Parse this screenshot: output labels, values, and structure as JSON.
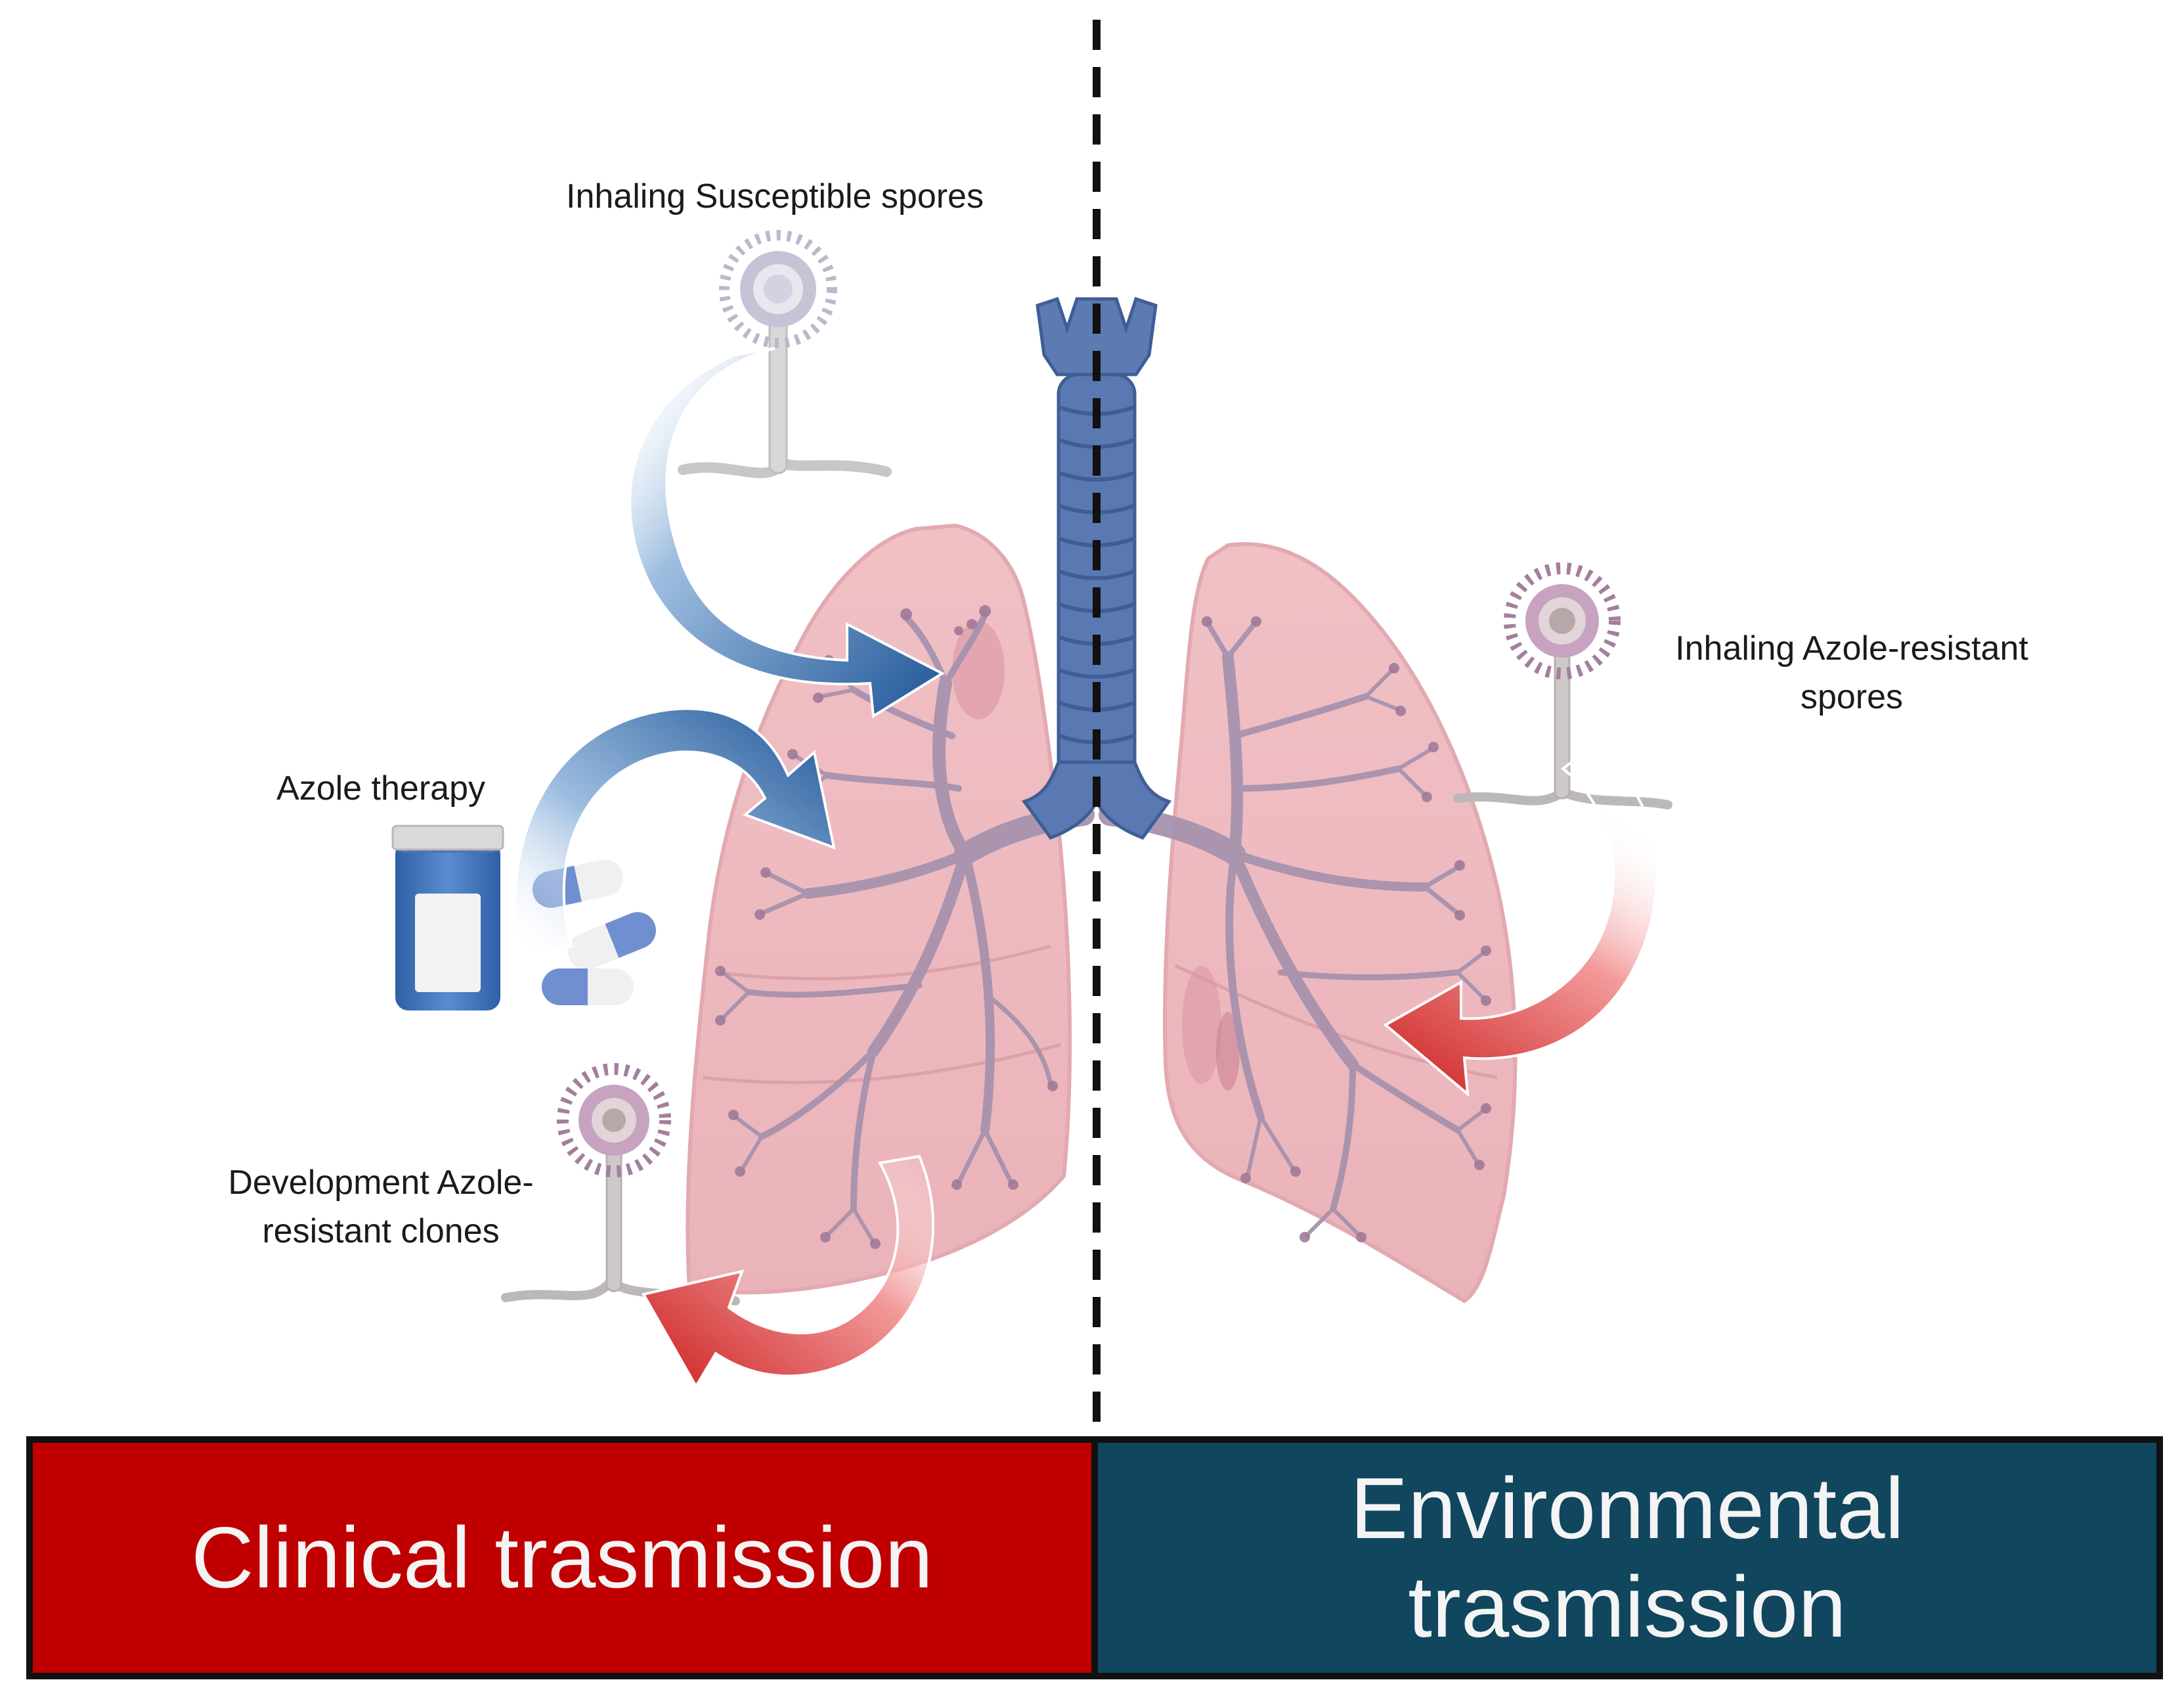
{
  "labels": {
    "susceptible": "Inhaling Susceptible spores",
    "azole_therapy": "Azole therapy",
    "development_line1": "Development Azole-",
    "development_line2": "resistant clones",
    "resistant_line1": "Inhaling Azole-resistant",
    "resistant_line2": "spores"
  },
  "panels": {
    "clinical": {
      "title": "Clinical trasmission",
      "color": "#c00000"
    },
    "environmental": {
      "title_line1": "Environmental",
      "title_line2": "trasmission",
      "color": "#10465e"
    }
  },
  "colors": {
    "lung": "#f2c4c8",
    "bronchi": "#a892ae",
    "trachea": "#5d7bb3",
    "blue_arrow": "#2a5f9c",
    "red_arrow": "#d92d2d",
    "spore": "#a47e9e",
    "divider": "#111111"
  }
}
